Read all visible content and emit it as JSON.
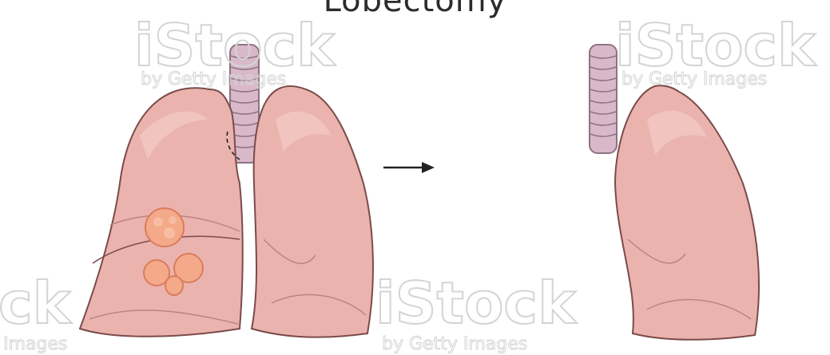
{
  "title": "Lobectomy",
  "watermark": {
    "brand": "iStock",
    "brand_partial": "ck",
    "byline": "by Getty Images",
    "byline_partial": "Images"
  },
  "colors": {
    "lung_fill": "#ebb3ae",
    "lung_shade": "#d99994",
    "lung_outline": "#7a4b4a",
    "trachea_fill": "#d9b9c9",
    "trachea_outline": "#8e7383",
    "tumor_fill": "#f4a989",
    "tumor_outline": "#d97c5e",
    "arrow": "#222222",
    "watermark": "#cfcfcf"
  }
}
